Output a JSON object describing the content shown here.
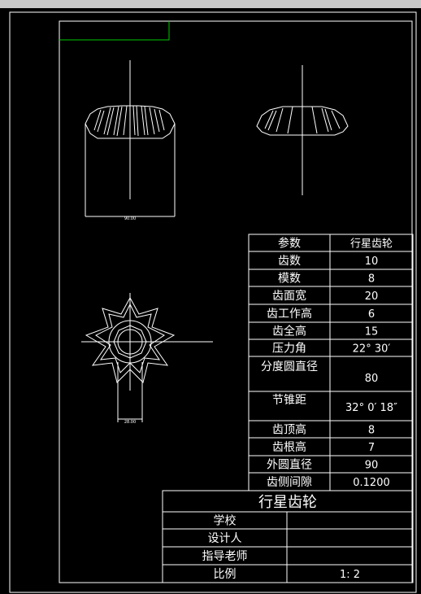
{
  "colors": {
    "background": "#000000",
    "lines": "#ffffff",
    "title_box": "#00c800",
    "toolbar": "#c8c8c8"
  },
  "front_view": {
    "dimension": "90.00"
  },
  "top_view": {
    "dimension": "28.00"
  },
  "param_table": {
    "header": [
      "参数",
      "行星齿轮"
    ],
    "rows": [
      [
        "齿数",
        "10"
      ],
      [
        "模数",
        "8"
      ],
      [
        "齿面宽",
        "20"
      ],
      [
        "齿工作高",
        "6"
      ],
      [
        "齿全高",
        "15"
      ],
      [
        "压力角",
        "22° 30′"
      ],
      [
        "分度圆直径",
        "80"
      ],
      [
        "节锥距",
        "32° 0′ 18″"
      ],
      [
        "齿顶高",
        "8"
      ],
      [
        "齿根高",
        "7"
      ],
      [
        "外圆直径",
        "90"
      ],
      [
        "齿侧间隙",
        "0.1200"
      ]
    ]
  },
  "title_block": {
    "title": "行星齿轮",
    "rows": [
      [
        "学校",
        ""
      ],
      [
        "设计人",
        ""
      ],
      [
        "指导老师",
        ""
      ],
      [
        "比例",
        "1: 2"
      ]
    ]
  }
}
